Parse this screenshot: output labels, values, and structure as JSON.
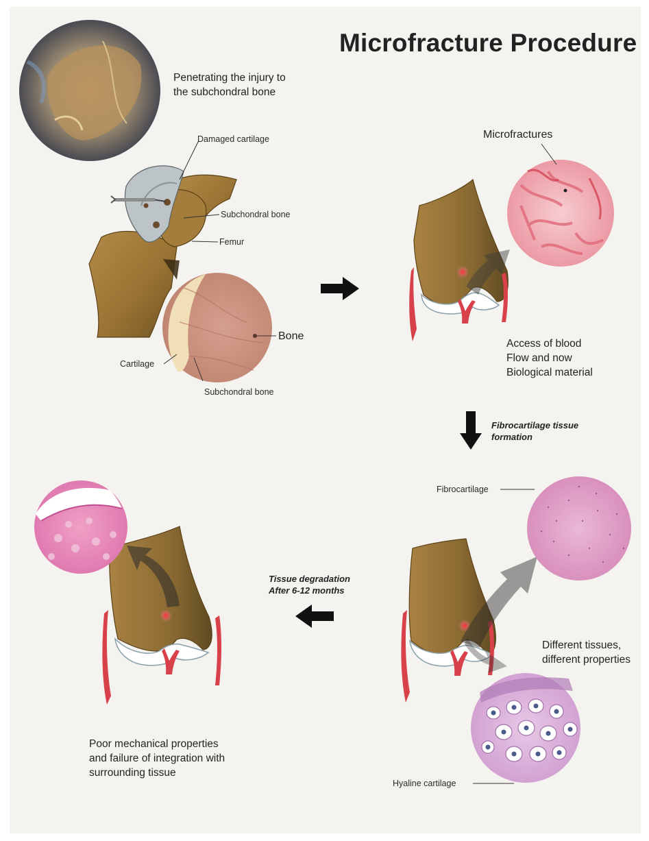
{
  "title": "Microfracture Procedure",
  "captions": {
    "penetrating": "Penetrating the injury to\nthe subchondral bone",
    "access": "Access of blood\nFlow and now\nBiological material",
    "different": "Different tissues,\ndifferent properties",
    "poor": "Poor mechanical properties\nand failure of integration with\nsurrounding tissue"
  },
  "labels": {
    "damaged_cartilage": "Damaged cartilage",
    "subchondral_bone_top": "Subchondral bone",
    "femur": "Femur",
    "bone": "Bone",
    "cartilage": "Cartilage",
    "subchondral_bone_bottom": "Subchondral bone",
    "microfractures": "Microfractures",
    "fibrocartilage": "Fibrocartilage",
    "hyaline_cartilage": "Hyaline cartilage"
  },
  "arrow_labels": {
    "fibro_formation": "Fibrocartilage tissue\nformation",
    "degradation": "Tissue degradation\nAfter  6-12 months"
  },
  "colors": {
    "background": "#f4f3ef",
    "bone": "#a07a3a",
    "vessel": "#d8404a",
    "pink_tissue": "#e8a8c8",
    "arrow": "#111111"
  }
}
